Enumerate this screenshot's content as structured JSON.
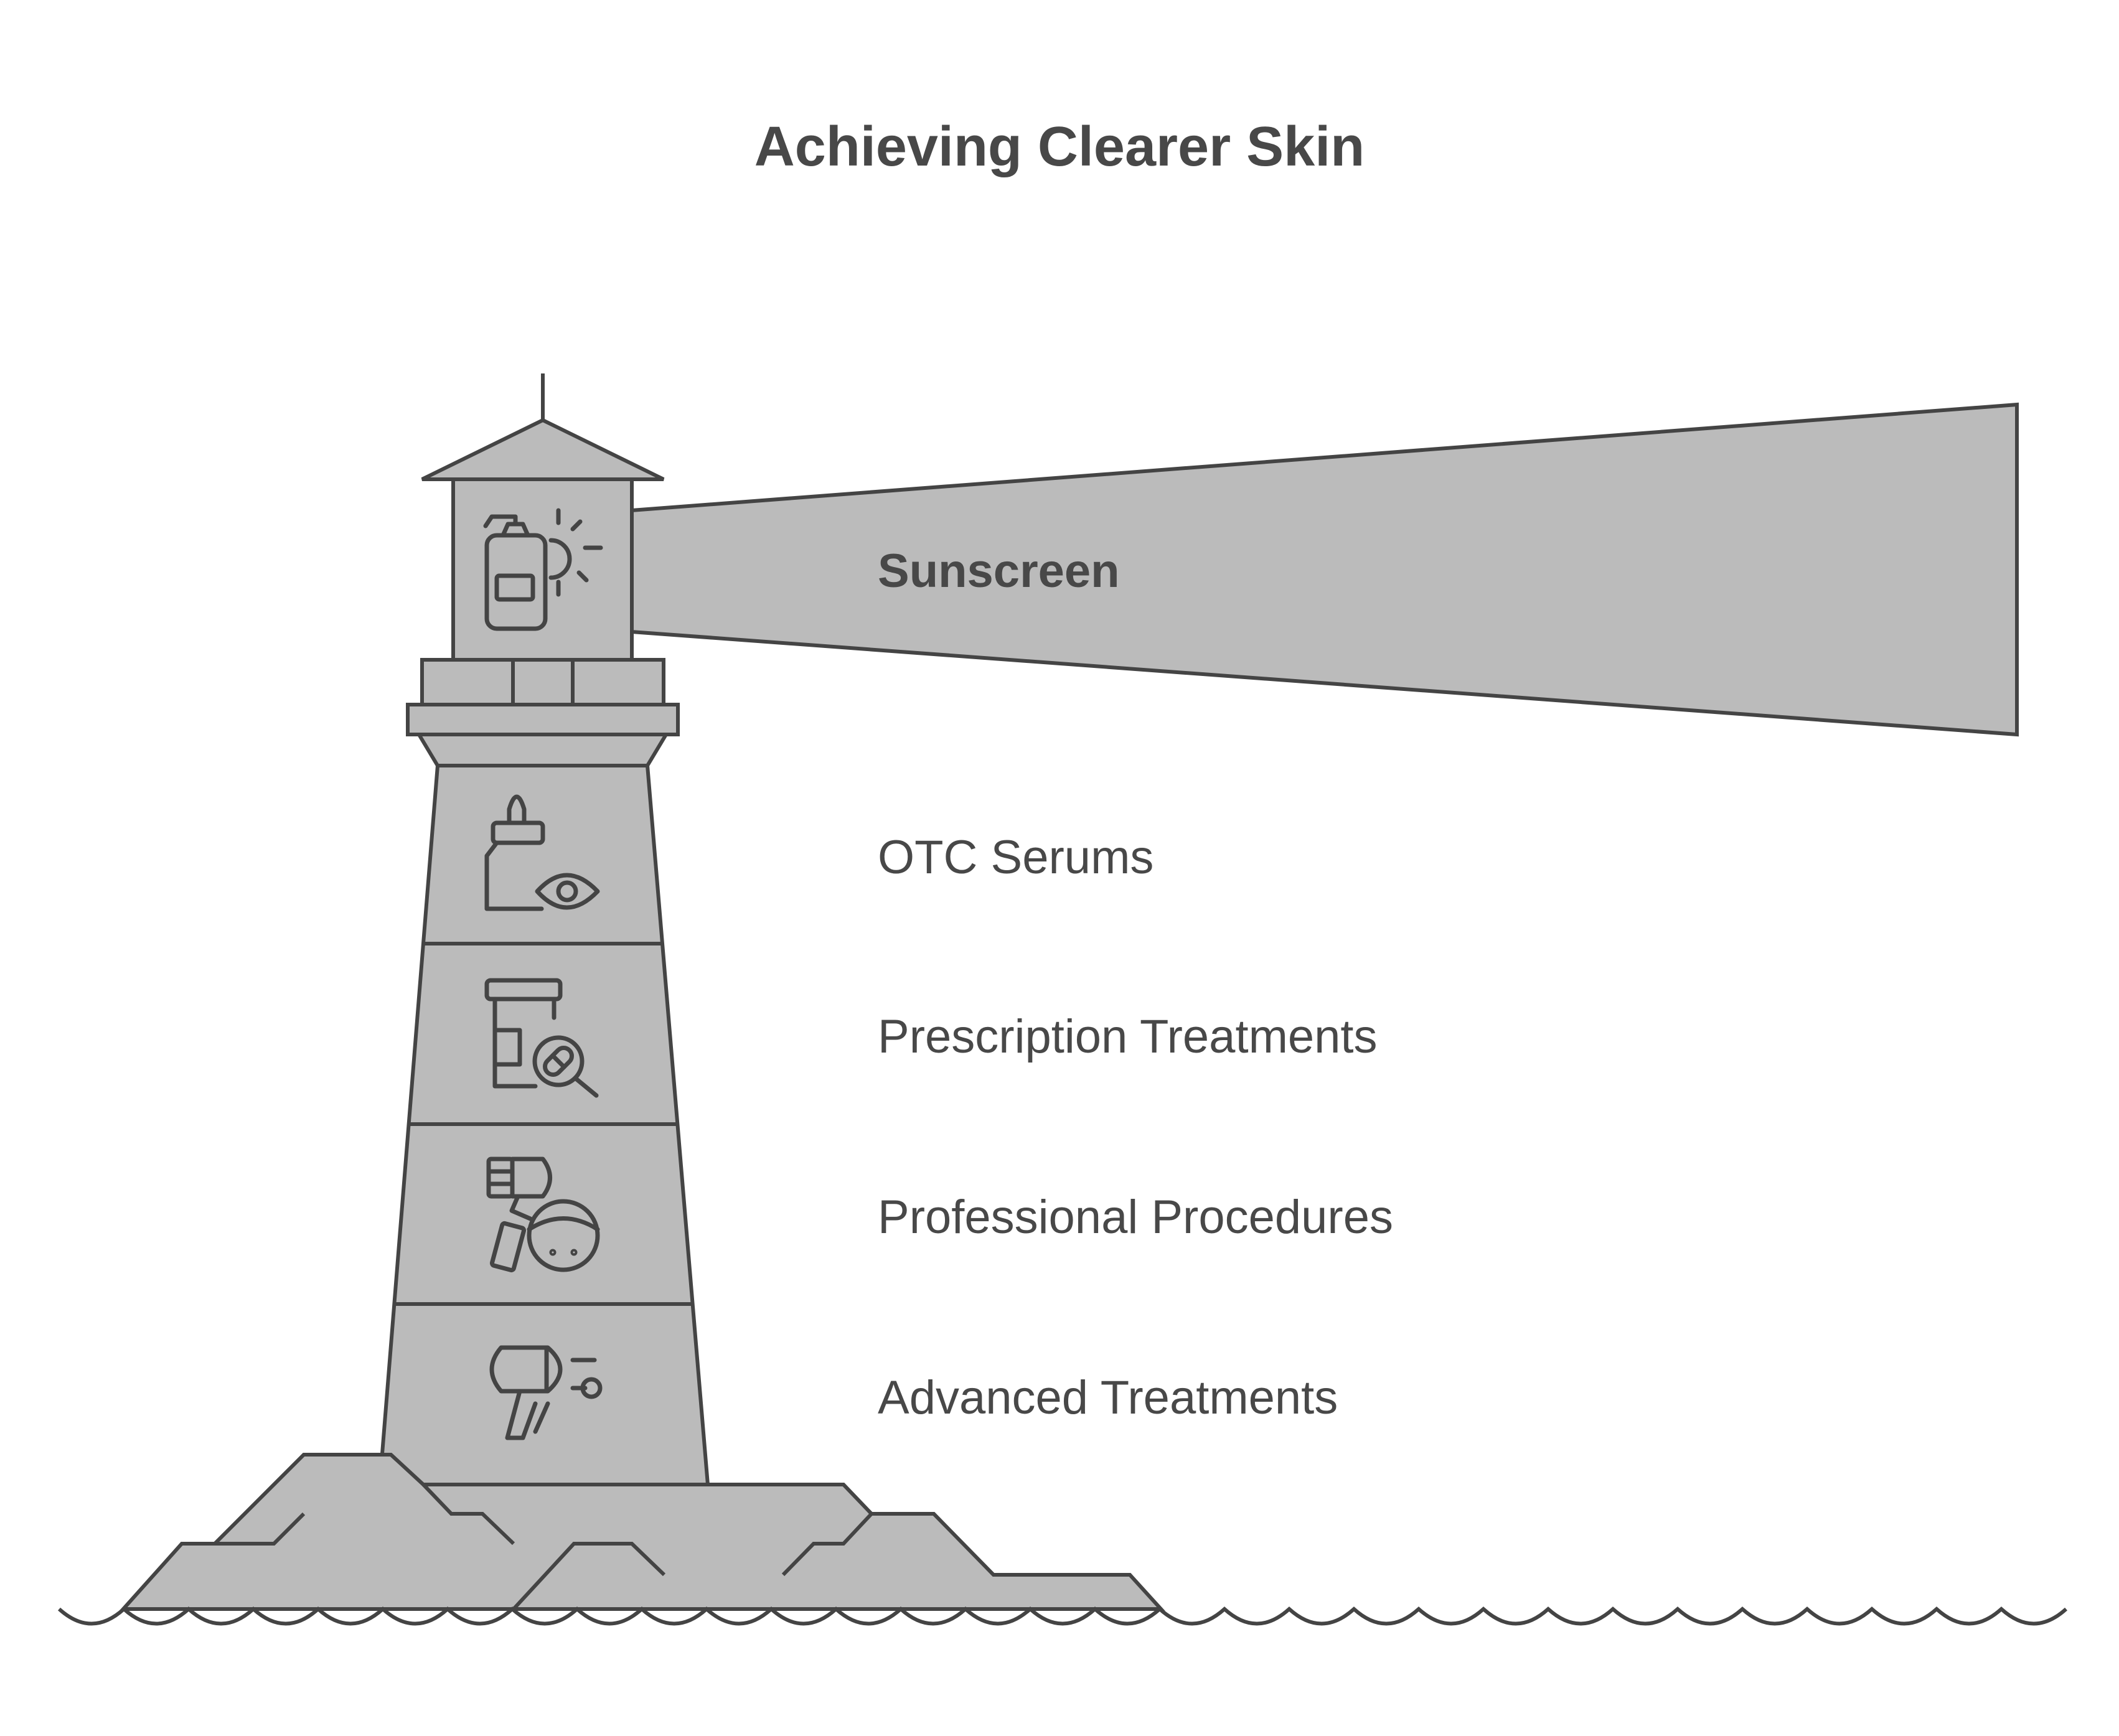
{
  "title": "Achieving Clearer Skin",
  "layers": [
    {
      "label": "Sunscreen",
      "icon": "sunscreen-bottle-sun-icon",
      "emphasis": "bold"
    },
    {
      "label": "OTC Serums",
      "icon": "serum-dropper-eye-icon",
      "emphasis": "normal"
    },
    {
      "label": "Prescription Treatments",
      "icon": "prescription-bottle-pill-icon",
      "emphasis": "normal"
    },
    {
      "label": "Professional Procedures",
      "icon": "procedure-device-face-icon",
      "emphasis": "normal"
    },
    {
      "label": "Advanced Treatments",
      "icon": "laser-device-icon",
      "emphasis": "normal"
    }
  ],
  "colors": {
    "fill": "#bbbbbb",
    "stroke": "#444444",
    "text": "#484848",
    "background": "#ffffff"
  }
}
